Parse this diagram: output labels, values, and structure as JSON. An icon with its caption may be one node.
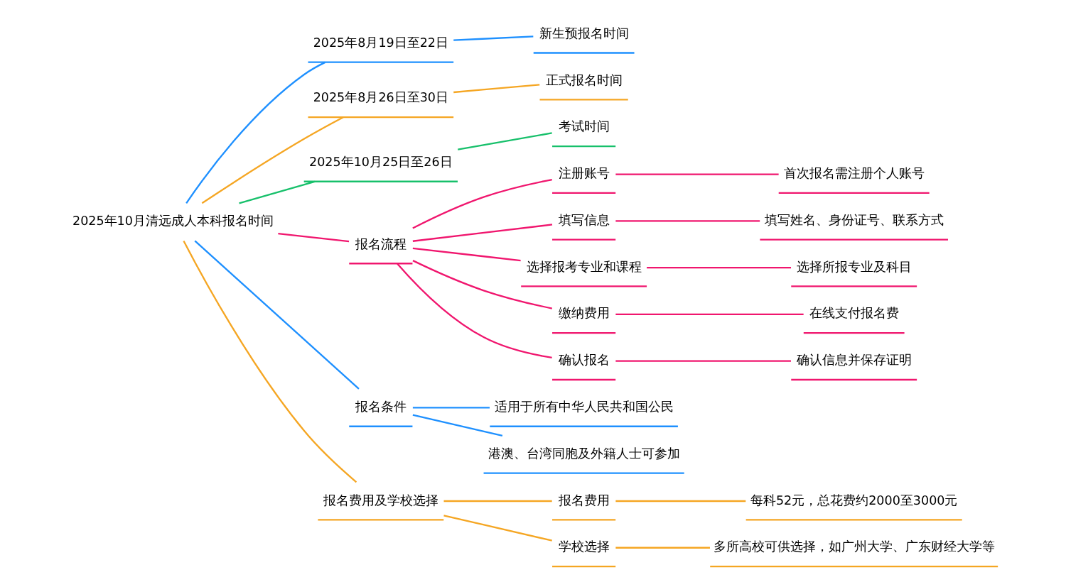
{
  "diagram": {
    "nodes": [
      {
        "text": [
          "2025年10月清远成人本科报名时间"
        ]
      },
      {
        "text": [
          "2025年8月19日至22日"
        ]
      },
      {
        "text": [
          "新生预报名时间"
        ]
      },
      {
        "text": [
          "2025年8月26日至30日"
        ]
      },
      {
        "text": [
          "正式报名时间"
        ]
      },
      {
        "text": [
          "2025年10月25日至26日"
        ]
      },
      {
        "text": [
          "考试时间"
        ]
      },
      {
        "text": [
          "报名流程"
        ]
      },
      {
        "text": [
          "注册账号"
        ]
      },
      {
        "text": [
          "首次报名需注册个人账号"
        ]
      },
      {
        "text": [
          "填写信息"
        ]
      },
      {
        "text": [
          "填写姓名、身份证号、联系方式"
        ]
      },
      {
        "text": [
          "选择报考专业和课程"
        ]
      },
      {
        "text": [
          "选择所报专业及科目"
        ]
      },
      {
        "text": [
          "缴纳费用"
        ]
      },
      {
        "text": [
          "在线支付报名费"
        ]
      },
      {
        "text": [
          "确认报名"
        ]
      },
      {
        "text": [
          "确认信息并保存证明"
        ]
      },
      {
        "text": [
          "报名条件"
        ]
      },
      {
        "text": [
          "适用于所有中华人民共和国公民"
        ]
      },
      {
        "text": [
          "港澳、台湾同胞及外籍人士可参加"
        ]
      },
      {
        "text": [
          "报名费用及学校选择"
        ]
      },
      {
        "text": [
          "报名费用"
        ]
      },
      {
        "text": [
          "每科52元，总花费约2000至3000元"
        ]
      },
      {
        "text": [
          "学校选择"
        ]
      },
      {
        "text": [
          "多所高校可供选择，如广州大学、广东财经大学等"
        ]
      }
    ],
    "edges": [
      {
        "from": 0,
        "to": 1,
        "arrow": "none",
        "color": "#1e90ff"
      },
      {
        "from": 1,
        "to": 2,
        "arrow": "none",
        "color": "#1e90ff"
      },
      {
        "from": 0,
        "to": 3,
        "arrow": "none",
        "color": "#f5a623"
      },
      {
        "from": 3,
        "to": 4,
        "arrow": "none",
        "color": "#f5a623"
      },
      {
        "from": 0,
        "to": 5,
        "arrow": "none",
        "color": "#17c06b"
      },
      {
        "from": 5,
        "to": 6,
        "arrow": "none",
        "color": "#17c06b"
      },
      {
        "from": 0,
        "to": 7,
        "arrow": "none"
      },
      {
        "from": 7,
        "to": 8,
        "arrow": "none"
      },
      {
        "from": 8,
        "to": 9,
        "arrow": "none"
      },
      {
        "from": 7,
        "to": 10,
        "arrow": "none"
      },
      {
        "from": 10,
        "to": 11,
        "arrow": "none"
      },
      {
        "from": 7,
        "to": 12,
        "arrow": "none"
      },
      {
        "from": 12,
        "to": 13,
        "arrow": "none"
      },
      {
        "from": 7,
        "to": 14,
        "arrow": "none"
      },
      {
        "from": 14,
        "to": 15,
        "arrow": "none"
      },
      {
        "from": 7,
        "to": 16,
        "arrow": "none"
      },
      {
        "from": 16,
        "to": 17,
        "arrow": "none"
      },
      {
        "from": 0,
        "to": 18,
        "arrow": "none",
        "color": "#1e90ff"
      },
      {
        "from": 18,
        "to": 19,
        "arrow": "none",
        "color": "#1e90ff"
      },
      {
        "from": 18,
        "to": 20,
        "arrow": "none",
        "color": "#1e90ff"
      },
      {
        "from": 0,
        "to": 21,
        "arrow": "none",
        "color": "#f5a623"
      },
      {
        "from": 21,
        "to": 22,
        "arrow": "none",
        "color": "#f5a623"
      },
      {
        "from": 22,
        "to": 23,
        "arrow": "none",
        "color": "#f5a623"
      },
      {
        "from": 21,
        "to": 24,
        "arrow": "none",
        "color": "#f5a623"
      },
      {
        "from": 24,
        "to": 25,
        "arrow": "none",
        "color": "#f5a623"
      }
    ]
  }
}
